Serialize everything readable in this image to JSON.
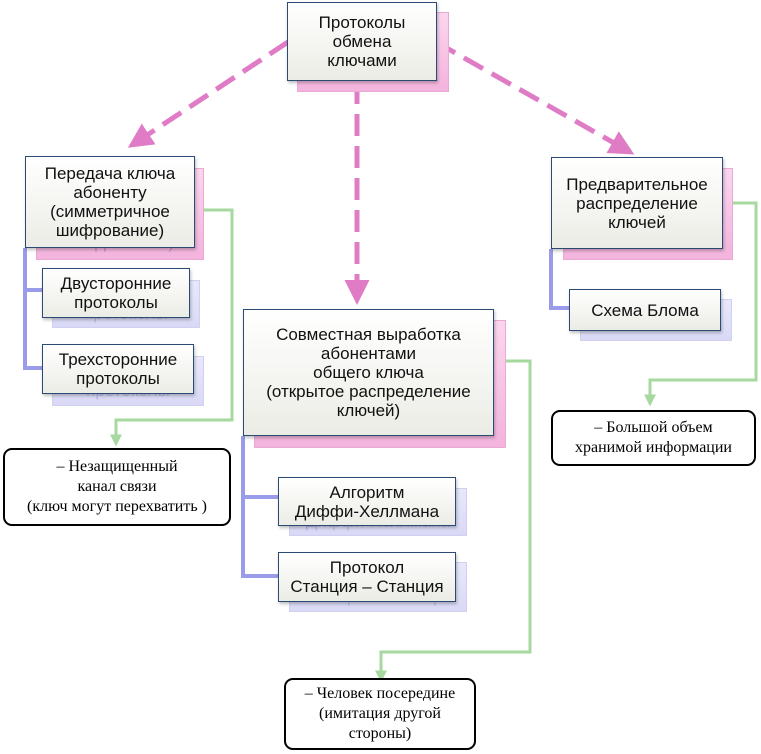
{
  "nodes": {
    "root": "Протоколы\nобмена\nключами",
    "symmetric": "Передача ключа\nабоненту\n(симметричное\nшифрование)",
    "two_party": "Двусторонние\nпротоколы",
    "three_party": "Трехсторонние\nпротоколы",
    "joint": "Совместная выработка\nабонентами\nобщего ключа\n(открытое распределение\nключей)",
    "diffie_hellman": "Алгоритм\nДиффи-Хеллмана",
    "station": "Протокол\nСтанция – Станция",
    "predistribution": "Предварительное\nраспределение\nключей",
    "blom": "Схема Блома"
  },
  "notes": {
    "unsecured_channel": "– Незащищенный\nканал связи\n(ключ могут перехватить )",
    "mitm": "– Человек посередине\n(имитация другой\nстороны)",
    "large_storage": "– Большой объем\nхранимой информации"
  },
  "colors": {
    "dashed_arrow": "#e07cc6",
    "green_connector": "#a6d8a0",
    "blue_connector": "#9a9cea",
    "node_border": "#2c4b74"
  }
}
